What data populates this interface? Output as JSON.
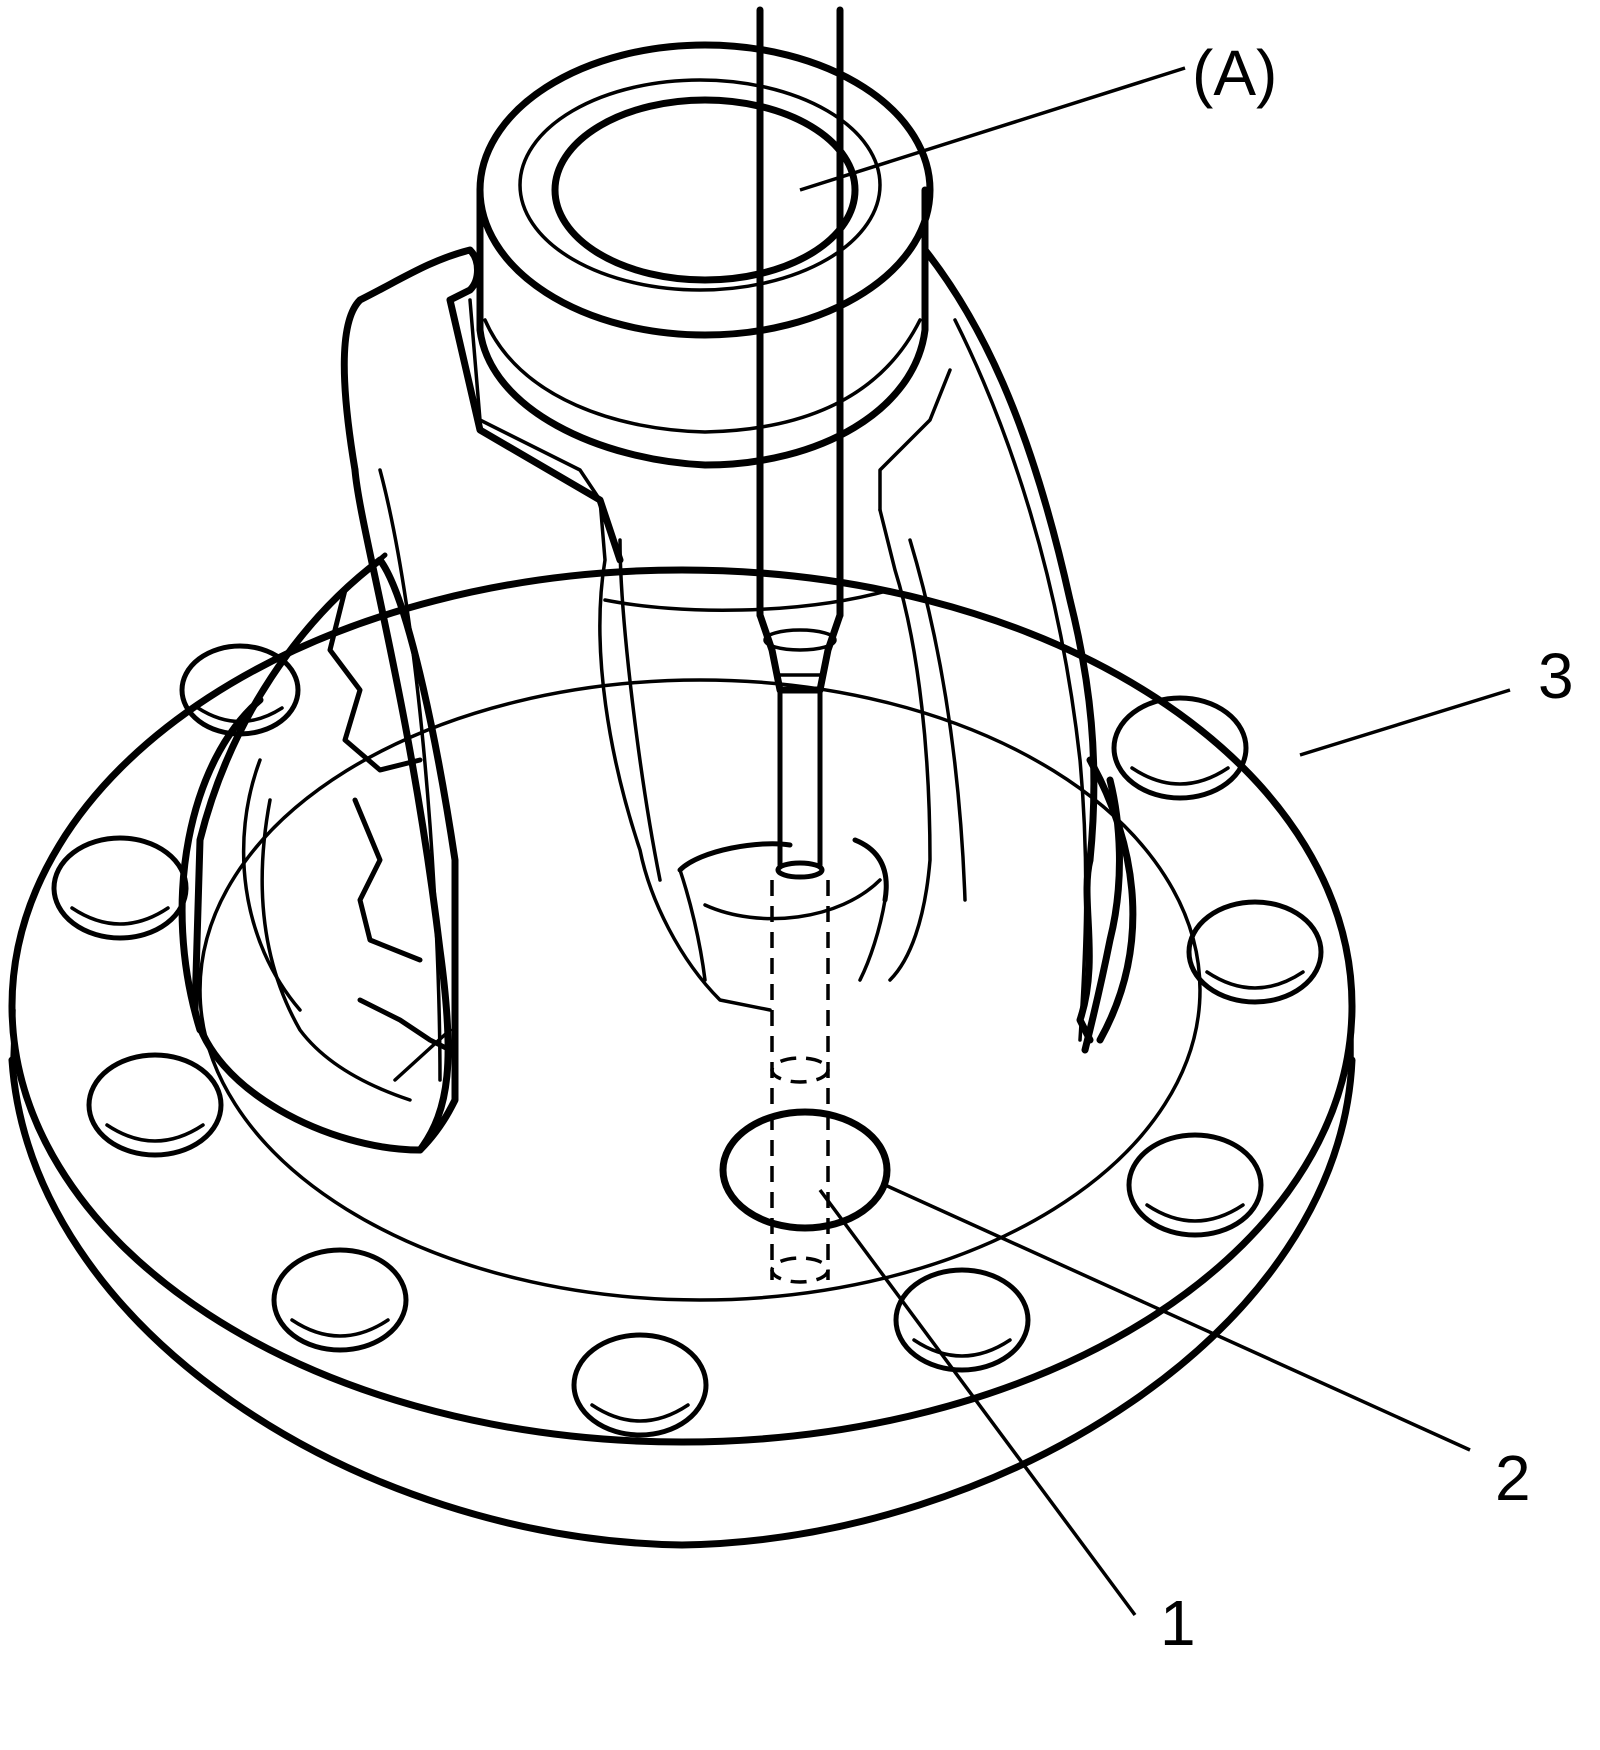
{
  "callouts": {
    "tool": "(A)",
    "part_1": "1",
    "part_2": "2",
    "part_3": "3"
  }
}
